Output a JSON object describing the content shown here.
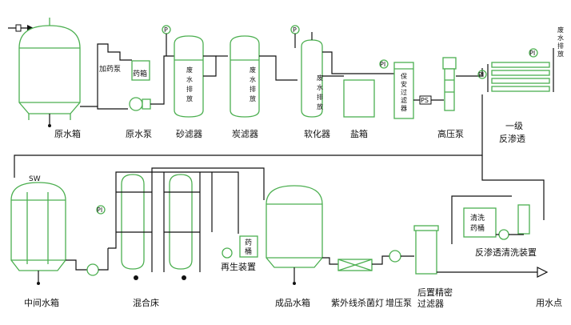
{
  "labels": {
    "raw_water_tank": "原水箱",
    "raw_water_pump": "原水泵",
    "dosing_pump": "加药泵",
    "chemical_tank": "药箱",
    "sand_filter": "砂滤器",
    "carbon_filter": "炭滤器",
    "softener": "软化器",
    "salt_tank": "盐箱",
    "security_filter_1": "保",
    "security_filter_2": "安",
    "security_filter_3": "过",
    "security_filter_4": "滤",
    "security_filter_5": "器",
    "high_pressure_pump": "高压泵",
    "ro_line1": "一级",
    "ro_line2": "反渗透",
    "waste_1": "废",
    "waste_2": "水",
    "waste_3": "排",
    "waste_4": "放",
    "intermediate_tank": "中间水箱",
    "sw_tag": "SW",
    "mixed_bed": "混合床",
    "regen_device": "再生装置",
    "regen_tank_1": "药",
    "regen_tank_2": "桶",
    "product_tank": "成品水箱",
    "uv_lamp": "紫外线杀菌灯",
    "booster_pump": "增压泵",
    "post_filter_1": "后置精密",
    "post_filter_2": "过滤器",
    "cleaning_tank_1": "清洗",
    "cleaning_tank_2": "药桶",
    "ro_cleaning": "反渗透清洗装置",
    "use_point": "用水点",
    "gauge_p": "P",
    "gauge_pi": "PI",
    "gauge_ps": "PS"
  },
  "colors": {
    "equipment": "#4caf50",
    "pipe": "#111111"
  }
}
